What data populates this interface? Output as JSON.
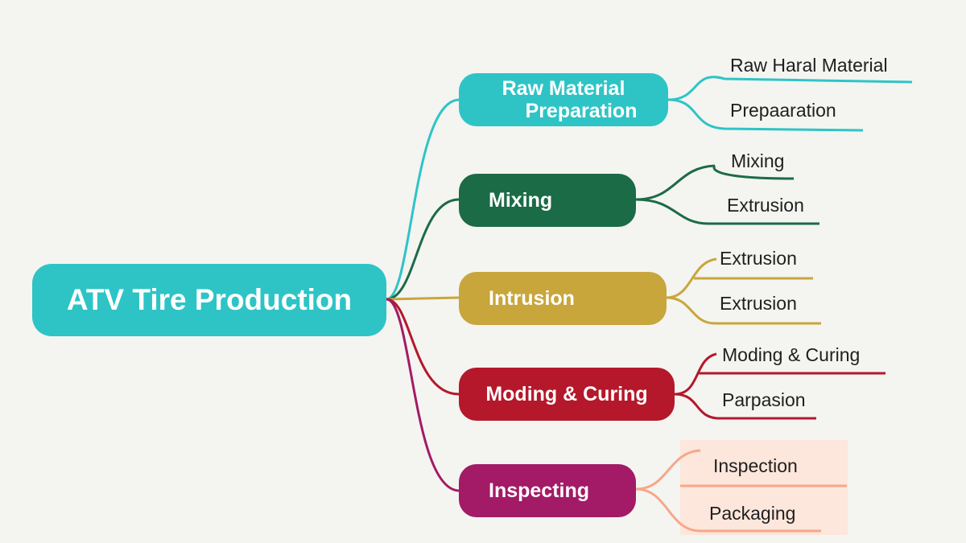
{
  "diagram": {
    "root": {
      "label": "ATV Tire Production",
      "color": "#2ec4c6"
    },
    "branches": [
      {
        "label": "Raw Material Preparation",
        "label_lines": [
          "Raw Material",
          "Preparation"
        ],
        "color": "#2ec4c6",
        "children": [
          "Raw Haral Material",
          "Prepaaration"
        ]
      },
      {
        "label": "Mixing",
        "color": "#1b6b46",
        "children": [
          "Mixing",
          "Extrusion"
        ]
      },
      {
        "label": "Intrusion",
        "color": "#c8a63c",
        "children": [
          "Extrusion",
          "Extrusion"
        ]
      },
      {
        "label": "Moding & Curing",
        "color": "#b4182a",
        "children": [
          "Moding & Curing",
          "Parpasion"
        ]
      },
      {
        "label": "Inspecting",
        "color": "#a31a66",
        "children": [
          "Inspection",
          "Packaging"
        ]
      }
    ],
    "connector_colors": [
      "#2ec4c6",
      "#1b6b46",
      "#c8a63c",
      "#b4182a",
      "#a31a66"
    ],
    "last_branch_leaf_line_color": "#f5a888"
  }
}
